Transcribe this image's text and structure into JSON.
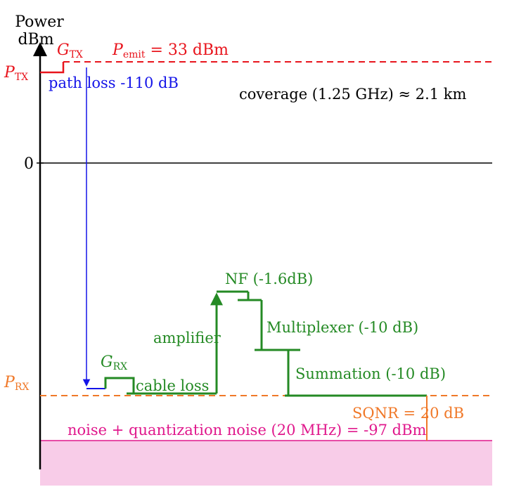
{
  "axis": {
    "label_line1": "Power",
    "label_line2": "dBm",
    "zero_label": "0"
  },
  "transmitter": {
    "p_tx_symbol": "P",
    "p_tx_sub": "TX",
    "g_tx_symbol": "G",
    "g_tx_sub": "TX",
    "p_emit_symbol": "P",
    "p_emit_sub": "emit",
    "p_emit_value": " = 33 dBm"
  },
  "path_loss": "path loss -110 dB",
  "coverage": "coverage (1.25 GHz) ≈ 2.1 km",
  "receiver": {
    "p_rx_symbol": "P",
    "p_rx_sub": "RX",
    "g_rx_symbol": "G",
    "g_rx_sub": "RX",
    "cable_loss": "cable loss",
    "amplifier": "amplifier",
    "nf": "NF (-1.6dB)",
    "multiplexer": "Multiplexer (-10 dB)",
    "summation": "Summation (-10 dB)"
  },
  "sqnr": "SQNR = 20 dB",
  "noise": "noise + quantization noise (20 MHz) = -97 dBm",
  "colors": {
    "tx": "#e8141c",
    "path_loss": "#1414e8",
    "rx_chain": "#248a24",
    "rx_level": "#f07828",
    "noise": "#e0188c",
    "noise_fill": "#f8cce8",
    "axis": "#000000"
  }
}
